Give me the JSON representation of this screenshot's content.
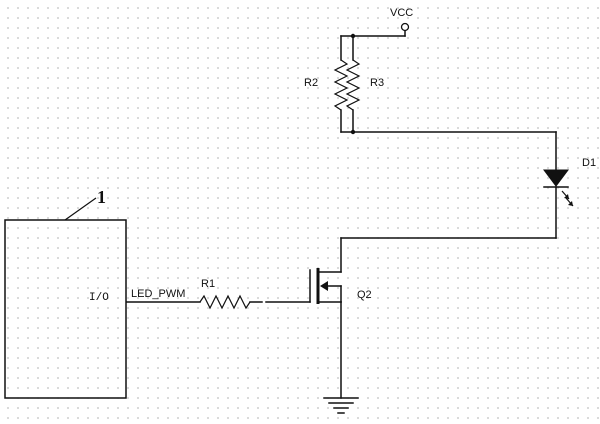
{
  "labels": {
    "vcc": "VCC",
    "r2": "R2",
    "r3": "R3",
    "d1": "D1",
    "r1": "R1",
    "q2": "Q2",
    "io": "I/O",
    "net": "LED_PWM",
    "block_number": "1"
  }
}
